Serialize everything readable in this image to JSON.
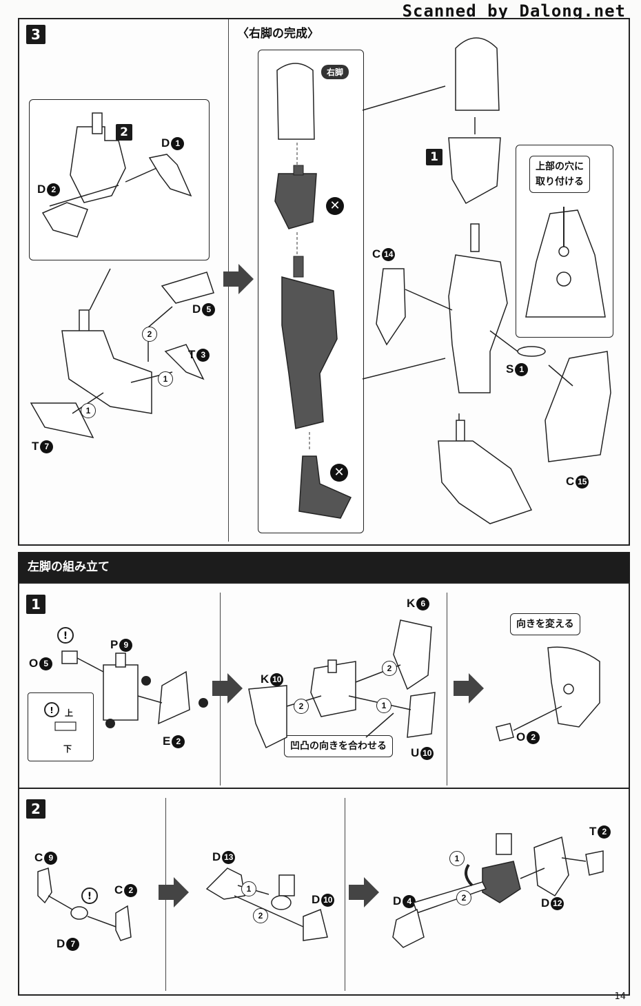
{
  "watermark": "Scanned by Dalong.net",
  "page_number": "14",
  "step3": {
    "number": "3",
    "section_title": "〈右脚の完成〉",
    "badge": "右脚",
    "callout_top_hole": "上部の穴に\n取り付ける",
    "sub_step_1": "1",
    "sub_step_2": "2",
    "order_1": "1",
    "order_2": "2",
    "parts": {
      "D1": {
        "letter": "D",
        "num": "1"
      },
      "D2": {
        "letter": "D",
        "num": "2"
      },
      "D5": {
        "letter": "D",
        "num": "5"
      },
      "T3": {
        "letter": "T",
        "num": "3"
      },
      "T7": {
        "letter": "T",
        "num": "7"
      },
      "C14": {
        "letter": "C",
        "num": "14"
      },
      "S1": {
        "letter": "S",
        "num": "1"
      },
      "C15": {
        "letter": "C",
        "num": "15"
      }
    }
  },
  "left_leg": {
    "heading": "左脚の組み立て",
    "step1": {
      "number": "1",
      "callout_direction": "向きを変える",
      "callout_align": "凹凸の向きを合わせる",
      "note_up": "上",
      "note_down": "下",
      "order_1": "1",
      "order_2": "2",
      "parts": {
        "O5": {
          "letter": "O",
          "num": "5"
        },
        "P9": {
          "letter": "P",
          "num": "9"
        },
        "E2": {
          "letter": "E",
          "num": "2"
        },
        "K10": {
          "letter": "K",
          "num": "10"
        },
        "K6": {
          "letter": "K",
          "num": "6"
        },
        "U10": {
          "letter": "U",
          "num": "10"
        },
        "O2": {
          "letter": "O",
          "num": "2"
        }
      }
    },
    "step2": {
      "number": "2",
      "order_1": "1",
      "order_2": "2",
      "parts": {
        "C9": {
          "letter": "C",
          "num": "9"
        },
        "C2": {
          "letter": "C",
          "num": "2"
        },
        "D7": {
          "letter": "D",
          "num": "7"
        },
        "D13": {
          "letter": "D",
          "num": "13"
        },
        "D10": {
          "letter": "D",
          "num": "10"
        },
        "D4": {
          "letter": "D",
          "num": "4"
        },
        "D12": {
          "letter": "D",
          "num": "12"
        },
        "T2": {
          "letter": "T",
          "num": "2"
        }
      }
    }
  },
  "colors": {
    "ink": "#111111",
    "shade": "#555555",
    "paper": "#fdfdfd"
  }
}
